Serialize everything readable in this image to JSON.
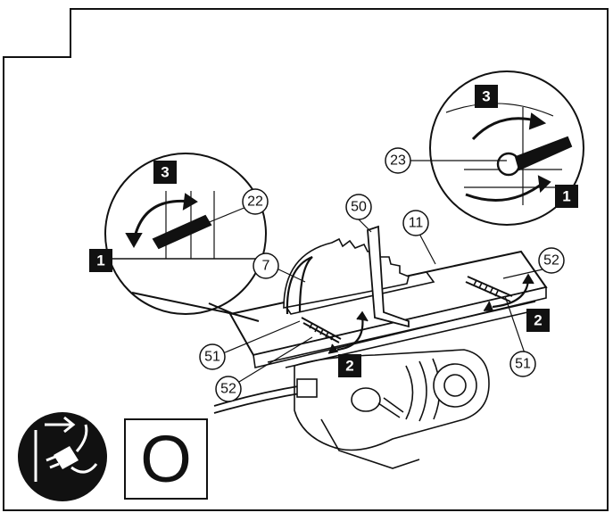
{
  "callouts": {
    "c7": "7",
    "c11": "11",
    "c22": "22",
    "c23": "23",
    "c50": "50",
    "c51_left": "51",
    "c51_right": "51",
    "c52_left": "52",
    "c52_right": "52"
  },
  "steps": {
    "s1_left": "1",
    "s3_left": "3",
    "s3_right": "3",
    "s1_right": "1",
    "s2_right": "2",
    "s2_bottom": "2"
  },
  "mode_symbol": "O",
  "icons": [
    "unplug-icon",
    "saw-table-illustration"
  ],
  "colors": {
    "ink": "#111111",
    "background": "#ffffff"
  }
}
